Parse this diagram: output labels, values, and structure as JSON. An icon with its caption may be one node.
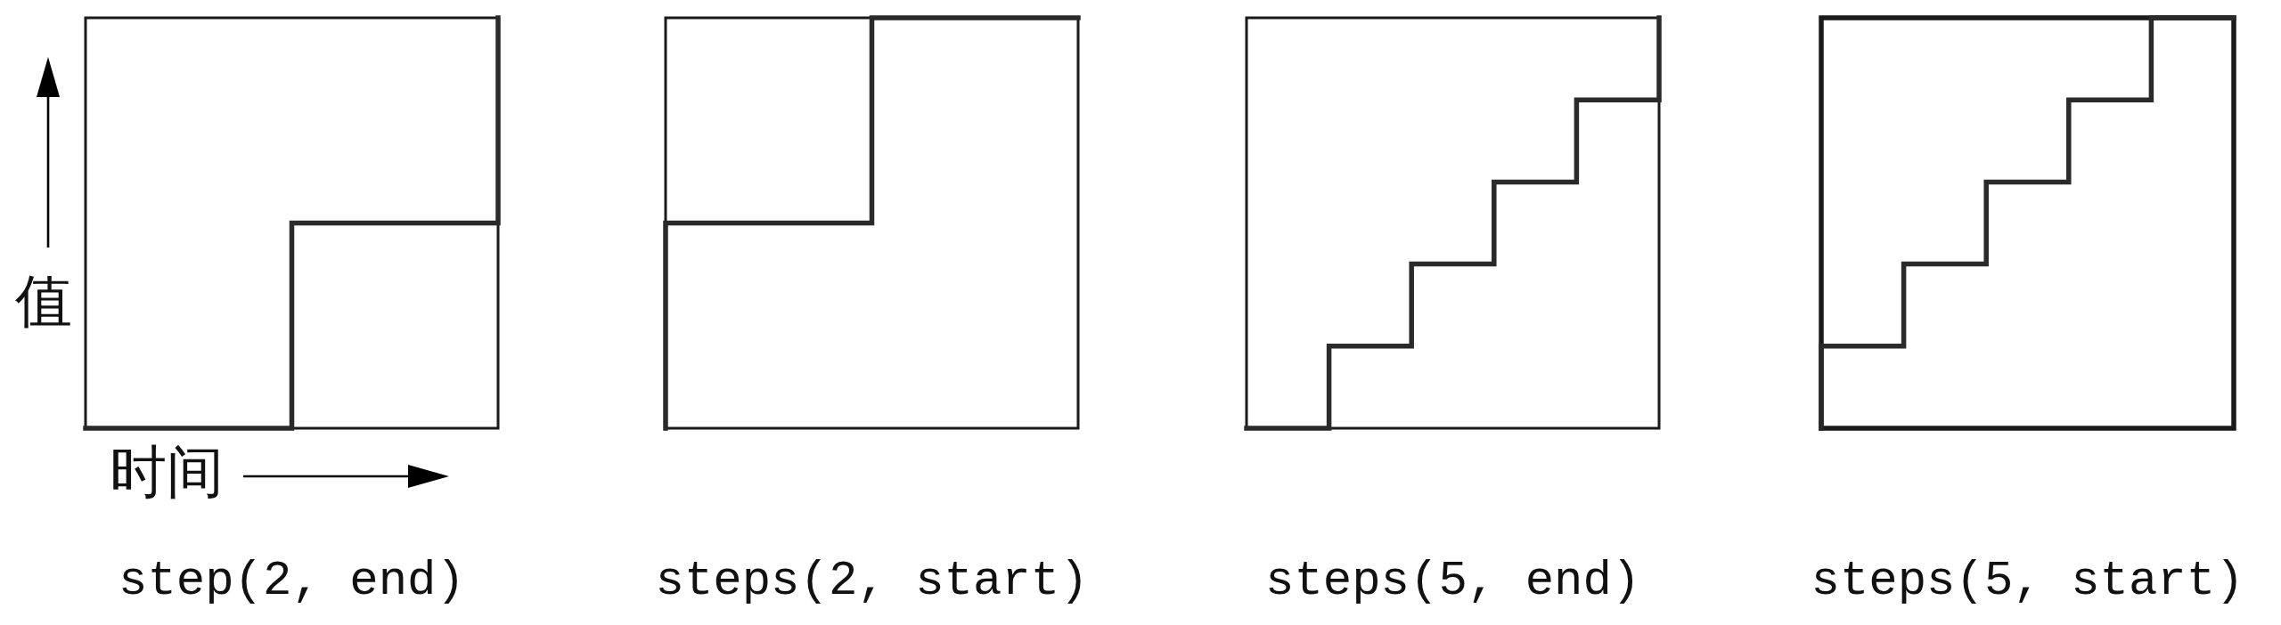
{
  "diagram": {
    "labels": [
      "值",
      "时间",
      "step(2, end)",
      "steps(2, start)",
      "steps(5, end)",
      "steps(5, start)"
    ]
  }
}
